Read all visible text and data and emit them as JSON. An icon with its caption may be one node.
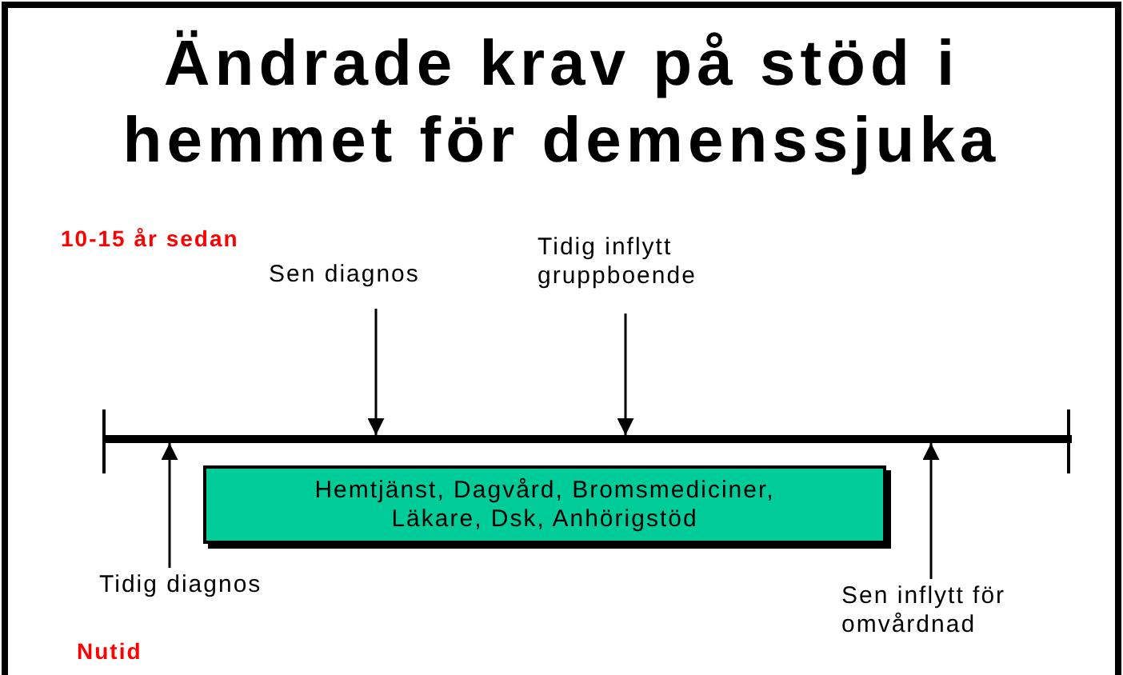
{
  "diagram": {
    "title": "Ändrade krav på stöd i hemmet för demenssjuka",
    "nodes": [
      {
        "text": [],
        "shape": "bar"
      },
      {
        "text": [
          "Sen diagnos"
        ]
      },
      {
        "text": [
          "Tidig inflytt gruppboende"
        ]
      },
      {
        "text": [
          "Hemtjänst, Dagvård, Bromsmediciner, Läkare, Dsk, Anhörigstöd"
        ]
      },
      {
        "text": [
          "Tidig diagnos"
        ]
      },
      {
        "text": [
          "Sen inflytt för omvårdnad"
        ]
      }
    ],
    "edges": [
      {
        "from": 1,
        "to": 0,
        "arrow": "to"
      },
      {
        "from": 2,
        "to": 0,
        "arrow": "to"
      },
      {
        "from": 4,
        "to": 0,
        "arrow": "to"
      },
      {
        "from": 5,
        "to": 0,
        "arrow": "to"
      }
    ],
    "labels": [
      "10-15 år sedan",
      "Nutid"
    ]
  }
}
